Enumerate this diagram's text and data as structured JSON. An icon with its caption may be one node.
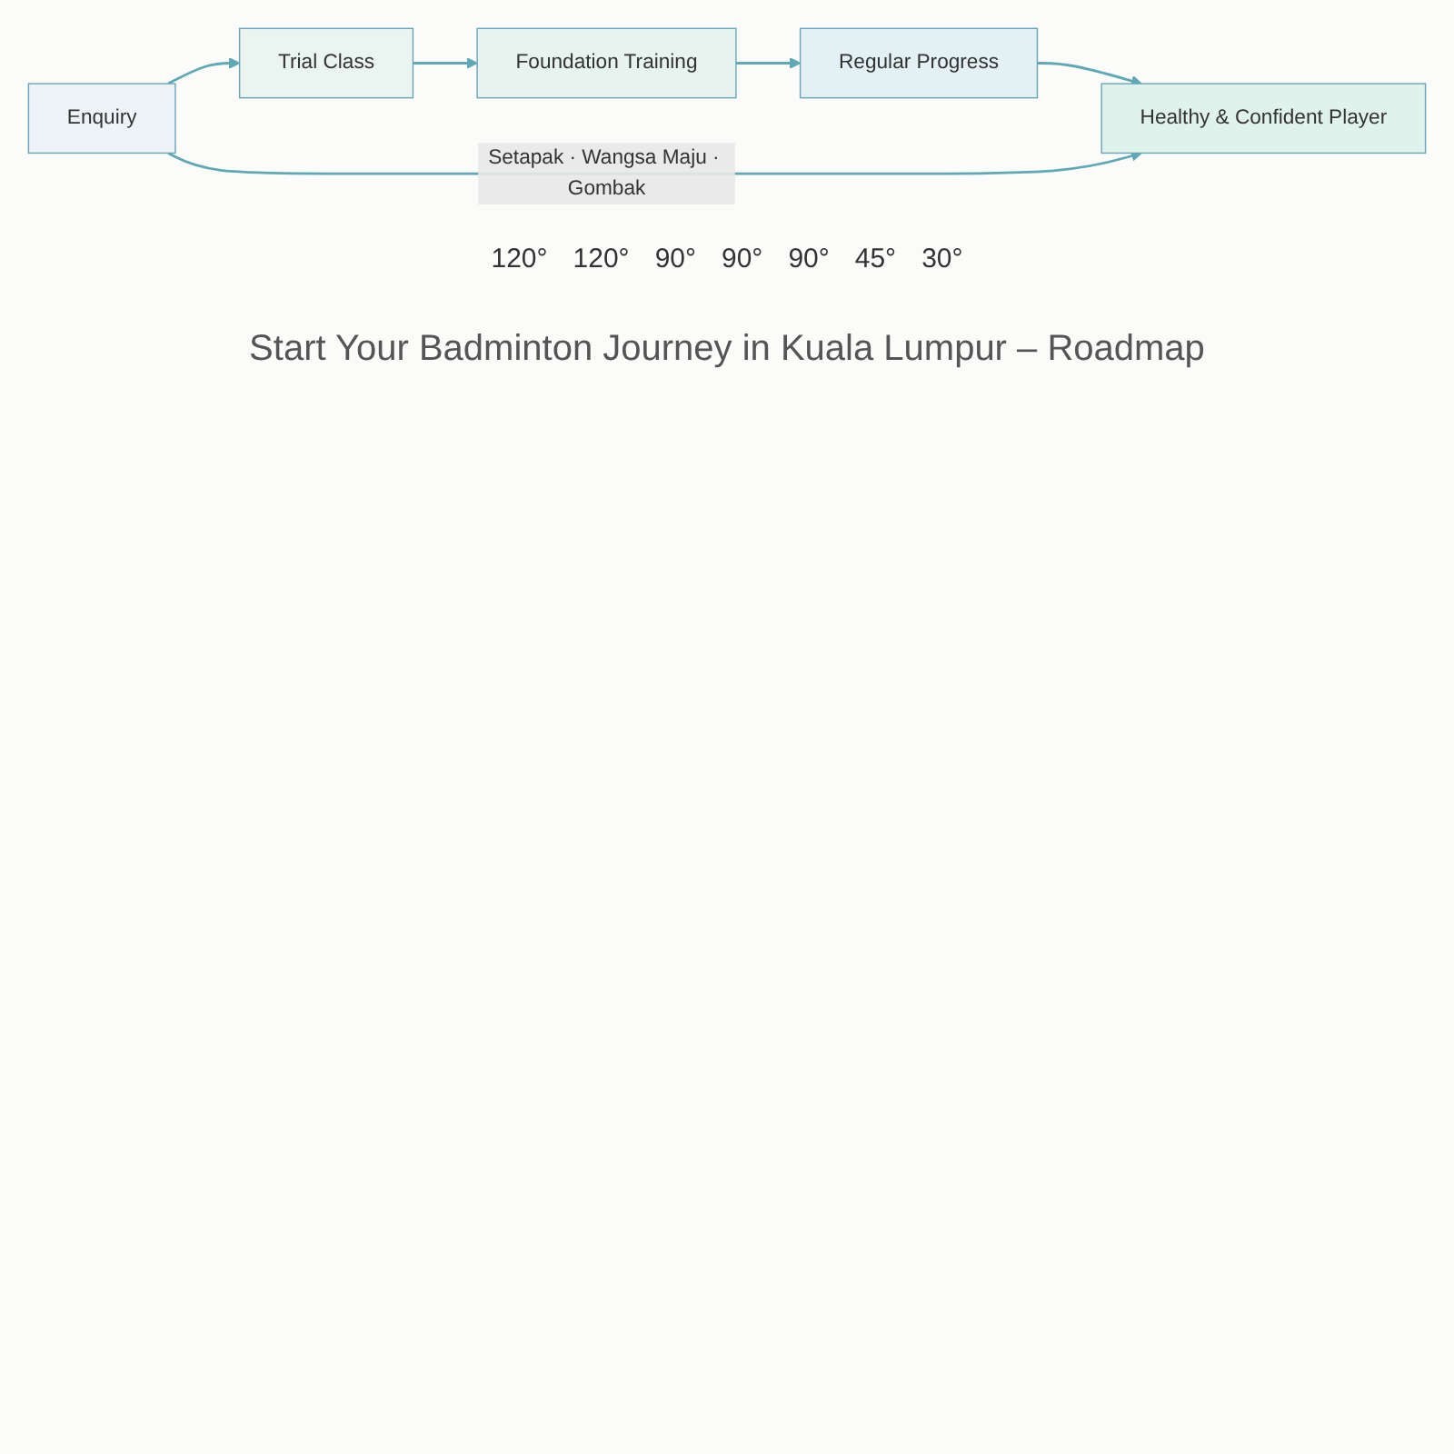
{
  "diagram": {
    "caption": "Start Your Badminton Journey in Kuala Lumpur – Roadmap",
    "nodes": [
      {
        "text": [
          "Enquiry"
        ]
      },
      {
        "text": [
          "Trial Class"
        ]
      },
      {
        "text": [
          "Foundation Training"
        ]
      },
      {
        "text": [
          "Regular Progress"
        ]
      },
      {
        "text": [
          "Healthy & Confident Player"
        ]
      }
    ],
    "edges": [
      {
        "from": 0,
        "to": 1,
        "arrow": "to"
      },
      {
        "from": 1,
        "to": 2,
        "arrow": "to"
      },
      {
        "from": 2,
        "to": 3,
        "arrow": "to"
      },
      {
        "from": 3,
        "to": 4,
        "arrow": "to"
      },
      {
        "from": 0,
        "to": 4,
        "arrow": "to",
        "label": "Setapak · Wangsa Maju · Gombak"
      }
    ],
    "labels": [
      "120°",
      "120°",
      "90°",
      "90°",
      "90°",
      "45°",
      "30°"
    ]
  }
}
